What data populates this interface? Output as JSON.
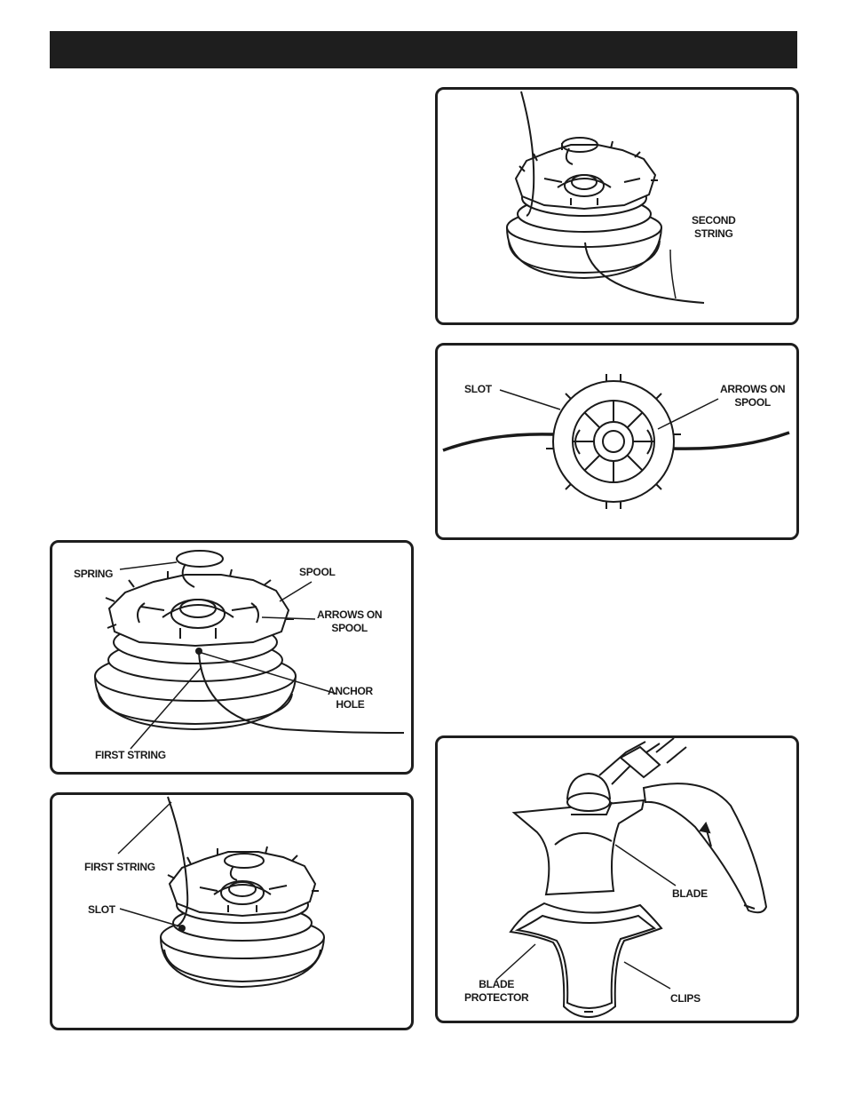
{
  "header": {
    "title": ""
  },
  "figures": {
    "second_string": {
      "labels": {
        "second_string": "SECOND\nSTRING"
      }
    },
    "slot_arrows": {
      "labels": {
        "slot": "SLOT",
        "arrows_on_spool": "ARROWS ON\nSPOOL"
      }
    },
    "spool_parts": {
      "labels": {
        "spring": "SPRING",
        "spool": "SPOOL",
        "arrows_on_spool": "ARROWS ON\nSPOOL",
        "anchor_hole": "ANCHOR\nHOLE",
        "first_string": "FIRST STRING"
      }
    },
    "first_string_slot": {
      "labels": {
        "first_string": "FIRST STRING",
        "slot": "SLOT"
      }
    },
    "blade": {
      "labels": {
        "blade": "BLADE",
        "blade_protector": "BLADE\nPROTECTOR",
        "clips": "CLIPS"
      }
    }
  }
}
